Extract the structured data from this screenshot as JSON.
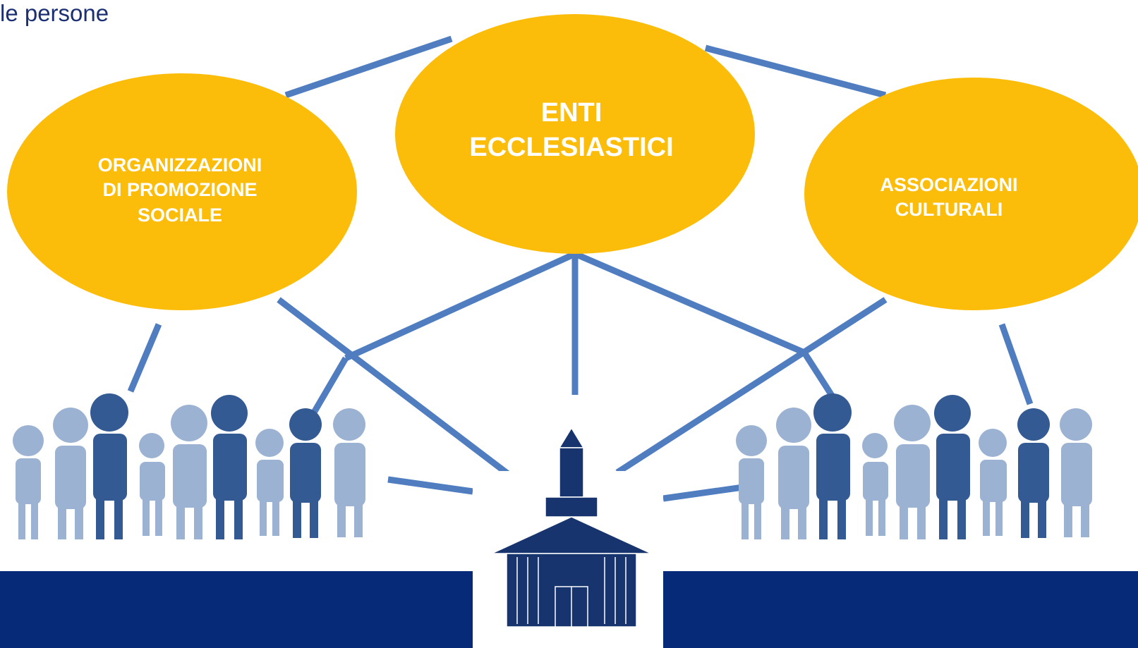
{
  "header": {
    "text": "le persone"
  },
  "nodes": {
    "left": {
      "label": "ORGANIZZAZIONI\nDI PROMOZIONE\nSOCIALE"
    },
    "center": {
      "label": "ENTI\nECCLESIASTICI"
    },
    "right": {
      "label": "ASSOCIAZIONI\nCULTURALI"
    }
  },
  "icons": {
    "people_left": "people-group-icon",
    "people_right": "people-group-icon",
    "church": "church-icon"
  },
  "colors": {
    "ellipse": "#fcbd0a",
    "connector": "#4f7dc0",
    "navy": "#062a78",
    "church": "#17346e",
    "people_light": "#9cb2d3",
    "people_dark": "#345a94",
    "heading": "#1b2f73"
  }
}
